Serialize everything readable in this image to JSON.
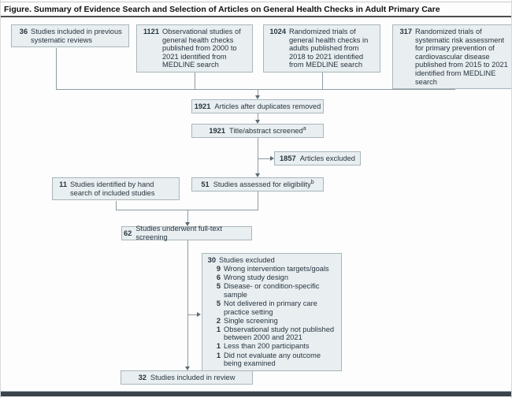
{
  "title": "Figure. Summary of Evidence Search and Selection of Articles on General Health Checks in Adult Primary Care",
  "colors": {
    "box_fill": "#e9eef1",
    "box_border": "#a8b6bc",
    "text": "#27363f",
    "connector": "#8e9ba1",
    "bottom_bar": "#39444c"
  },
  "boxes": {
    "prev_reviews": {
      "n": "36",
      "text": "Studies included in previous systematic reviews"
    },
    "observational": {
      "n": "1121",
      "text": "Observational studies of general health checks published from 2000 to 2021 identified from MEDLINE search"
    },
    "rct_health_checks": {
      "n": "1024",
      "text": "Randomized trials of general health checks in adults published from 2018 to 2021 identified from MEDLINE search"
    },
    "rct_risk": {
      "n": "317",
      "text": "Randomized trials of systematic risk assessment for primary prevention of cardiovascular disease published from 2015 to 2021 identified from MEDLINE search"
    },
    "duplicates_removed": {
      "n": "1921",
      "text": "Articles after duplicates removed"
    },
    "title_abstract": {
      "n": "1921",
      "text": "Title/abstract screened",
      "sup": "a"
    },
    "articles_excluded": {
      "n": "1857",
      "text": "Articles excluded"
    },
    "hand_search": {
      "n": "11",
      "text": "Studies identified by hand search of included studies"
    },
    "eligibility": {
      "n": "51",
      "text": "Studies assessed for eligibility",
      "sup": "b"
    },
    "full_text": {
      "n": "62",
      "text": "Studies underwent full-text screening"
    },
    "excluded": {
      "n": "30",
      "text": "Studies excluded",
      "items": [
        {
          "n": "9",
          "text": "Wrong intervention targets/goals"
        },
        {
          "n": "6",
          "text": "Wrong study design"
        },
        {
          "n": "5",
          "text": "Disease- or condition-specific sample"
        },
        {
          "n": "5",
          "text": "Not delivered in primary care practice setting"
        },
        {
          "n": "2",
          "text": "Single screening"
        },
        {
          "n": "1",
          "text": "Observational study not published between 2000 and 2021"
        },
        {
          "n": "1",
          "text": "Less than 200 participants"
        },
        {
          "n": "1",
          "text": "Did not evaluate any outcome being examined"
        }
      ]
    },
    "included": {
      "n": "32",
      "text": "Studies included in review"
    }
  }
}
